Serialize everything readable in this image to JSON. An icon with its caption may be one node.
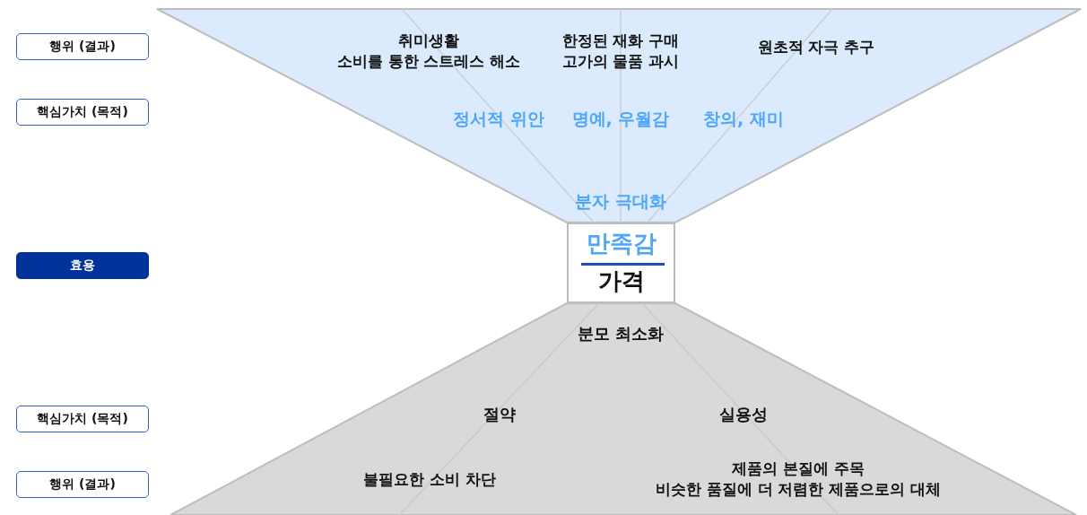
{
  "diagram": {
    "nodes": [
      {
        "text": [
          "행위 (결과)"
        ]
      },
      {
        "text": [
          "핵심가치 (목적)"
        ]
      },
      {
        "text": [
          "효용"
        ]
      },
      {
        "text": [
          "핵심가치 (목적)"
        ]
      },
      {
        "text": [
          "행위 (결과)"
        ]
      },
      {
        "text": [
          "만족감",
          "가격"
        ]
      }
    ],
    "labels": [
      "취미생활 소비를 통한 스트레스 해소",
      "한정된 재화 구매 고가의 물품 과시",
      "원초적 자극 추구",
      "정서적 위안",
      "명예, 우월감",
      "창의, 재미",
      "분자 극대화",
      "분모 최소화",
      "절약",
      "실용성",
      "불필요한 소비 차단",
      "제품의 본질에 주목 비슷한 품질에 더 저렴한 제품으로의 대체"
    ]
  }
}
